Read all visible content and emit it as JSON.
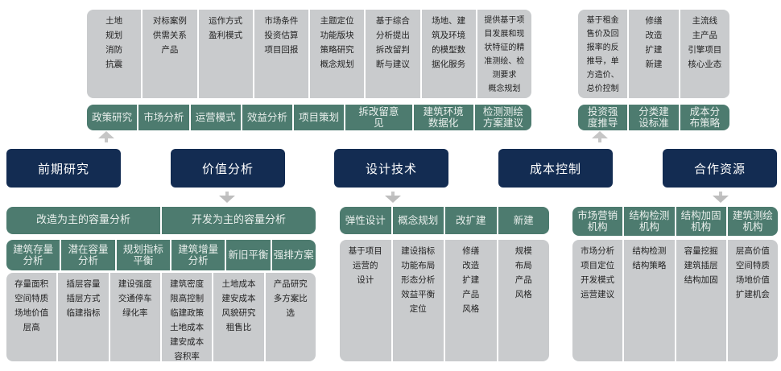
{
  "stages": [
    {
      "label": "前期研究"
    },
    {
      "label": "价值分析"
    },
    {
      "label": "设计技术"
    },
    {
      "label": "成本控制"
    },
    {
      "label": "合作资源"
    }
  ],
  "research": {
    "headers": [
      "政策研究",
      "市场分析",
      "运营模式",
      "效益分析",
      "项目策划",
      "拆改留意见",
      "建筑环境数据化",
      "检测测绘方案建议"
    ],
    "details": [
      [
        "土地",
        "规划",
        "消防",
        "抗震"
      ],
      [
        "对标案例",
        "供需关系",
        "产品"
      ],
      [
        "运作方式",
        "盈利模式"
      ],
      [
        "市场条件",
        "投资估算",
        "项目回报"
      ],
      [
        "主题定位",
        "功能版块",
        "策略研究",
        "概念规划"
      ],
      [
        "基于综合",
        "分析提出",
        "拆改留判",
        "断与建议"
      ],
      [
        "场地、建",
        "筑及环境",
        "的模型数",
        "据化服务"
      ],
      [
        "提供基于项",
        "目发展和现",
        "状特征的精",
        "准测绘、检",
        "测要求",
        "概念规划"
      ]
    ]
  },
  "cost": {
    "headers": [
      "投资强度推导",
      "分类建设标准",
      "成本分布策略"
    ],
    "details": [
      [
        "基于租金",
        "售价及回",
        "报率的反",
        "推导，单",
        "方造价、",
        "总价控制"
      ],
      [
        "修缮",
        "改造",
        "扩建",
        "新建"
      ],
      [
        "主流线",
        "主产品",
        "引擎项目",
        "核心业态"
      ]
    ]
  },
  "value": {
    "groups": [
      "改造为主的容量分析",
      "开发为主的容量分析"
    ],
    "headers": [
      "建筑存量分析",
      "潜在容量分析",
      "规划指标平衡",
      "建筑增量分析",
      "新旧平衡",
      "强排方案"
    ],
    "details": [
      [
        "存量面积",
        "空间特质",
        "场地价值",
        "层高"
      ],
      [
        "插层容量",
        "插层方式",
        "临建指标"
      ],
      [
        "建设强度",
        "交通停车",
        "绿化率"
      ],
      [
        "建筑密度",
        "限高控制",
        "临建政策",
        "土地成本",
        "建安成本",
        "容积率"
      ],
      [
        "土地成本",
        "建安成本",
        "风貌研究",
        "租售比"
      ],
      [
        "产品研究",
        "多方案比",
        "选"
      ]
    ]
  },
  "design": {
    "headers": [
      "弹性设计",
      "概念规划",
      "改扩建",
      "新建"
    ],
    "details": [
      [
        "基于项目",
        "运营的",
        "设计"
      ],
      [
        "建设指标",
        "功能布局",
        "形态分析",
        "效益平衡",
        "定位"
      ],
      [
        "修缮",
        "改造",
        "扩建",
        "产品",
        "风格"
      ],
      [
        "规模",
        "布局",
        "产品",
        "风格"
      ]
    ]
  },
  "partners": {
    "headers": [
      "市场营销机构",
      "结构检测机构",
      "结构加固机构",
      "建筑测绘机构"
    ],
    "details": [
      [
        "市场分析",
        "项目定位",
        "开发模式",
        "运营建议"
      ],
      [
        "结构检测",
        "结构策略"
      ],
      [
        "容量挖掘",
        "建筑插层",
        "结构加固"
      ],
      [
        "层高价值",
        "空间特质",
        "场地价值",
        "扩建机会"
      ]
    ]
  },
  "colors": {
    "navy": "#132c52",
    "teal": "#4d7b6f",
    "grey": "#c9cbcd"
  }
}
